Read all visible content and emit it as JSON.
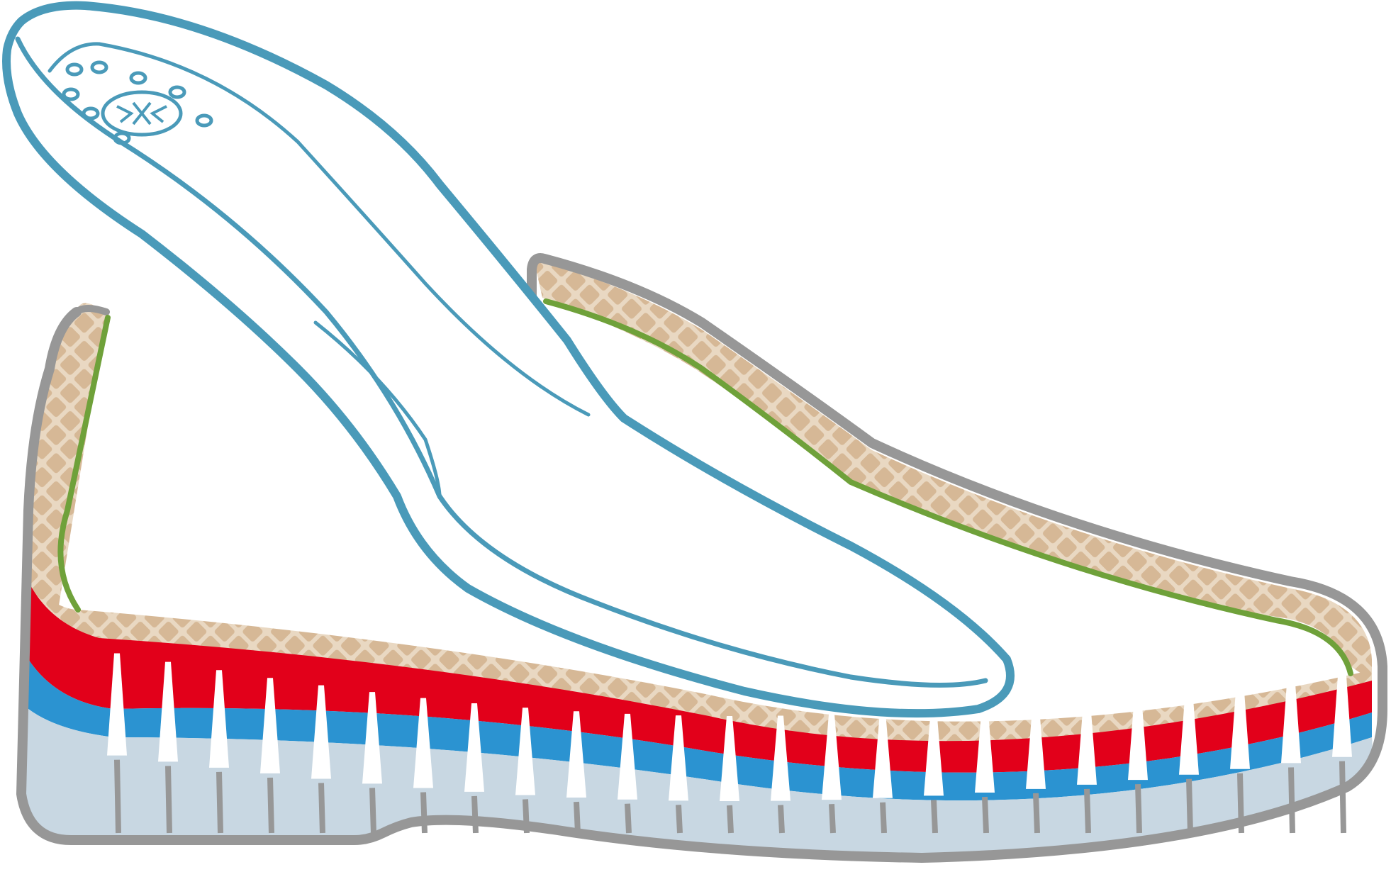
{
  "diagram": {
    "subject": "shoe-sole-cross-section",
    "layers": [
      {
        "name": "upper-leather-lining",
        "color": "#d6b896"
      },
      {
        "name": "lining-stitch",
        "color": "#6fa13a"
      },
      {
        "name": "cushion-layer",
        "color": "#e2001a"
      },
      {
        "name": "shock-absorber-layer",
        "color": "#2b93d1"
      },
      {
        "name": "outsole",
        "color": "#c8d7e2"
      },
      {
        "name": "outline",
        "color": "#979797"
      },
      {
        "name": "removable-insole",
        "color": "#4a9ab9"
      }
    ]
  },
  "colors": {
    "outline": "#979797",
    "tan": "#d6b896",
    "tan_light": "#e9d8c2",
    "red": "#e2001a",
    "blue": "#2b93d1",
    "sole": "#c8d7e2",
    "green": "#6fa13a",
    "insole": "#4a9ab9"
  }
}
